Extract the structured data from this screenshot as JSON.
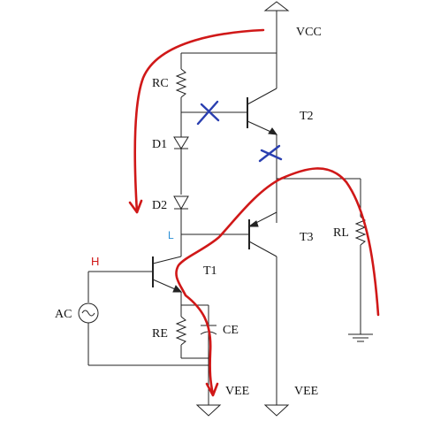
{
  "labels": {
    "vcc": "VCC",
    "rc": "RC",
    "t2": "T2",
    "d1": "D1",
    "d2": "D2",
    "l": "L",
    "t3": "T3",
    "rl": "RL",
    "h": "H",
    "t1": "T1",
    "ac": "AC",
    "re": "RE",
    "ce": "CE",
    "vee_left": "VEE",
    "vee_right": "VEE"
  },
  "colors": {
    "wire": "#222222",
    "current_path": "#d01818",
    "cross_mark": "#2a3fb0",
    "label_l": "#2a8fd6",
    "label_h": "#d01818"
  }
}
